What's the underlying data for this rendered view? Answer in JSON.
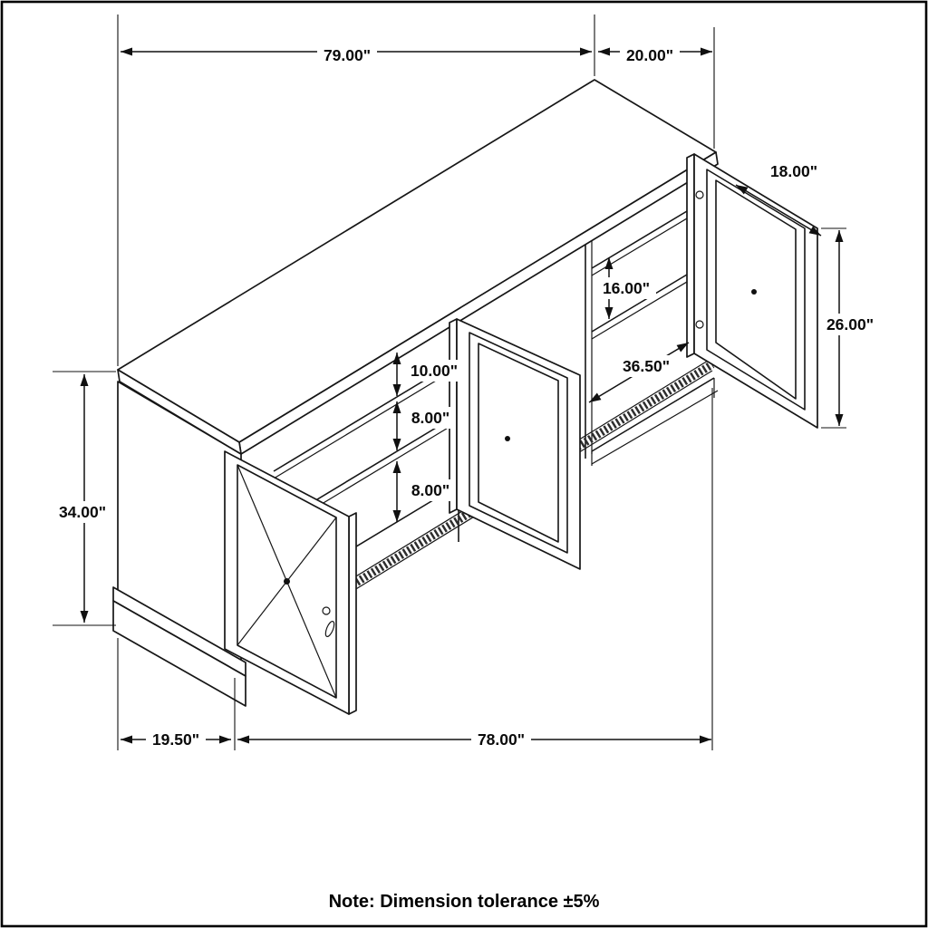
{
  "note": {
    "text": "Note: Dimension tolerance ±5%"
  },
  "dimensions": {
    "back_width": "79.00\"",
    "top_depth": "20.00\"",
    "right_side_depth": "18.00\"",
    "right_door_height": "26.00\"",
    "right_shelf_gap": "16.00\"",
    "right_opening_width": "36.50\"",
    "middle_shelf_gap_top": "10.00\"",
    "middle_shelf_gap_upper": "8.00\"",
    "middle_shelf_gap_lower": "8.00\"",
    "overall_height": "34.00\"",
    "left_section_depth": "19.50\"",
    "front_width": "78.00\""
  }
}
